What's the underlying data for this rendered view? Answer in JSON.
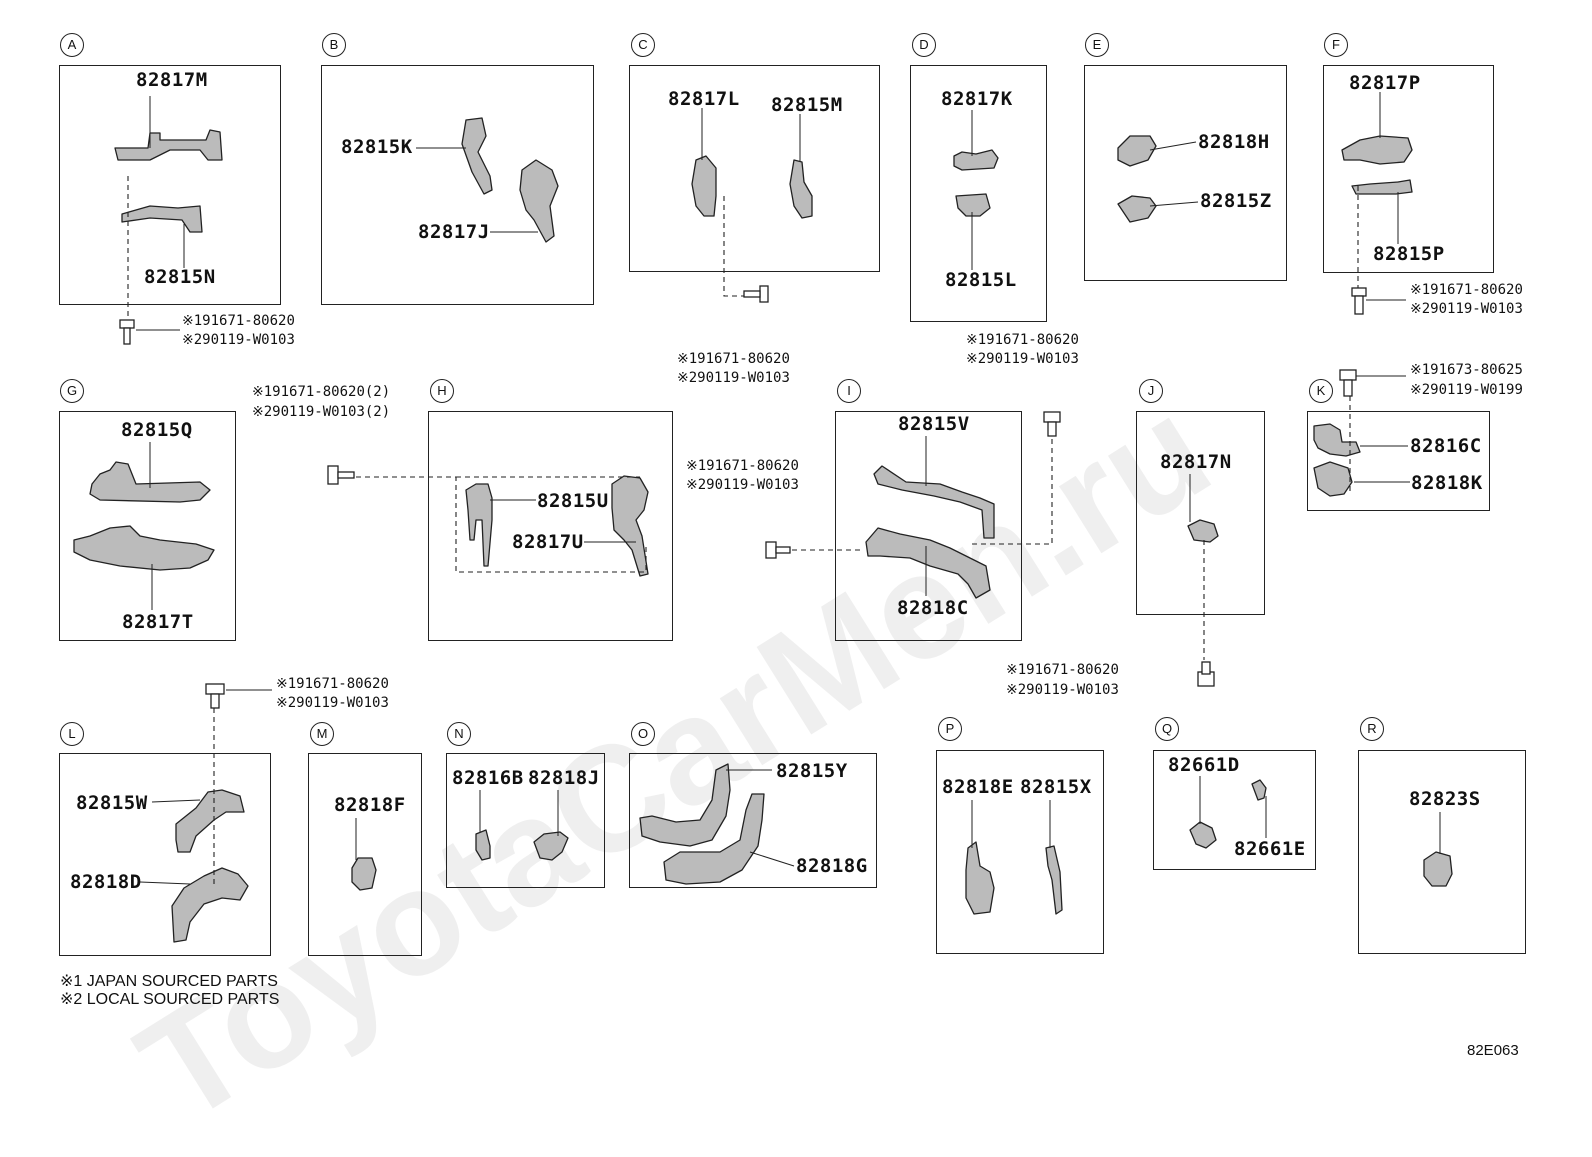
{
  "watermark": "ToyotaCarMen.ru",
  "diagram_code": "82E063",
  "legend": [
    "※1 JAPAN SOURCED PARTS",
    "※2 LOCAL SOURCED PARTS"
  ],
  "notes": {
    "a_l1": "※191671-80620",
    "a_l2": "※290119-W0103",
    "c_l1": "※191671-80620",
    "c_l2": "※290119-W0103",
    "f_l1": "※191671-80620",
    "f_l2": "※290119-W0103",
    "h_l1": "※191671-80620(2)",
    "h_l2": "※290119-W0103(2)",
    "i1_l1": "※191671-80620",
    "i1_l2": "※290119-W0103",
    "i2_l1": "※191671-80620",
    "i2_l2": "※290119-W0103",
    "k_l1": "※191673-80625",
    "k_l2": "※290119-W0199",
    "j_l1": "※191671-80620",
    "j_l2": "※290119-W0103",
    "l_l1": "※191671-80620",
    "l_l2": "※290119-W0103"
  },
  "sections": {
    "a": {
      "letter": "A",
      "p1": "82817M",
      "p2": "82815N"
    },
    "b": {
      "letter": "B",
      "p1": "82815K",
      "p2": "82817J"
    },
    "c": {
      "letter": "C",
      "p1": "82817L",
      "p2": "82815M"
    },
    "d": {
      "letter": "D",
      "p1": "82817K",
      "p2": "82815L"
    },
    "e": {
      "letter": "E",
      "p1": "82818H",
      "p2": "82815Z"
    },
    "f": {
      "letter": "F",
      "p1": "82817P",
      "p2": "82815P"
    },
    "g": {
      "letter": "G",
      "p1": "82815Q",
      "p2": "82817T"
    },
    "h": {
      "letter": "H",
      "p1": "82815U",
      "p2": "82817U"
    },
    "i": {
      "letter": "I",
      "p1": "82815V",
      "p2": "82818C"
    },
    "j": {
      "letter": "J",
      "p1": "82817N"
    },
    "k": {
      "letter": "K",
      "p1": "82816C",
      "p2": "82818K"
    },
    "l": {
      "letter": "L",
      "p1": "82815W",
      "p2": "82818D"
    },
    "m": {
      "letter": "M",
      "p1": "82818F"
    },
    "n": {
      "letter": "N",
      "p1": "82816B",
      "p2": "82818J"
    },
    "o": {
      "letter": "O",
      "p1": "82815Y",
      "p2": "82818G"
    },
    "p": {
      "letter": "P",
      "p1": "82818E",
      "p2": "82815X"
    },
    "q": {
      "letter": "Q",
      "p1": "82661D",
      "p2": "82661E"
    },
    "r": {
      "letter": "R",
      "p1": "82823S"
    }
  }
}
